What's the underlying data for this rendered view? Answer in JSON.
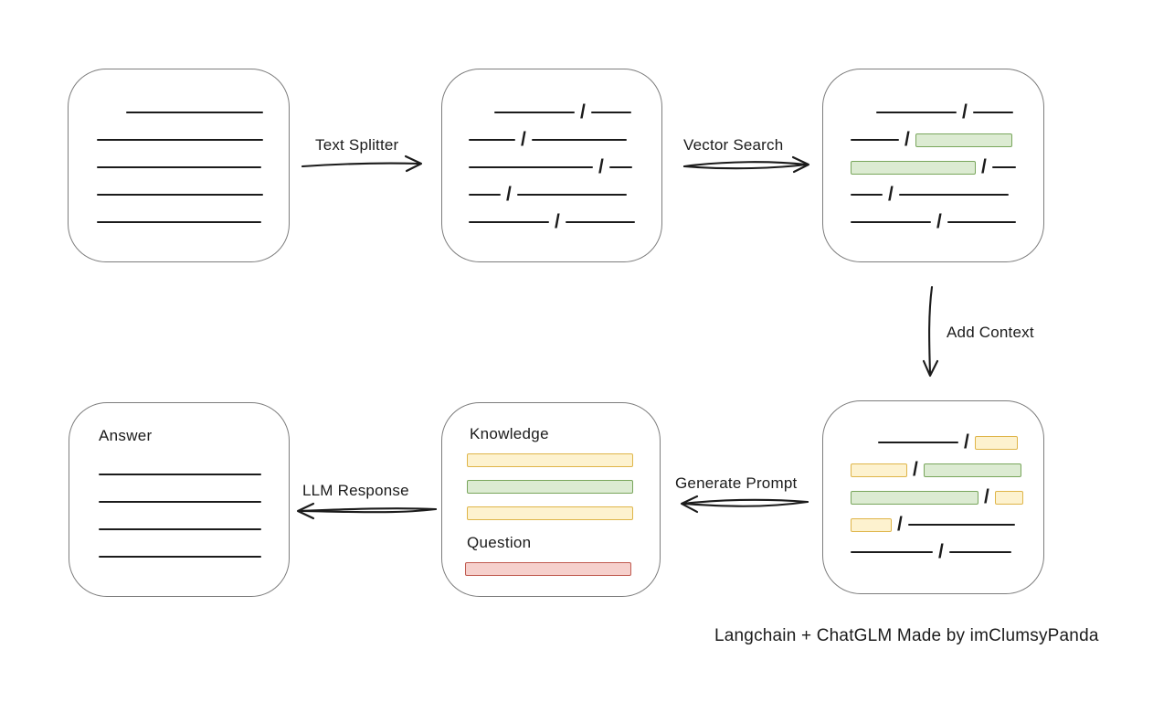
{
  "labels": {
    "text_splitter": "Text Splitter",
    "vector_search": "Vector Search",
    "add_context": "Add Context",
    "generate_prompt": "Generate Prompt",
    "llm_response": "LLM Response",
    "knowledge": "Knowledge",
    "question": "Question",
    "answer": "Answer",
    "slash": "/",
    "caption": "Langchain + ChatGLM Made by imClumsyPanda"
  },
  "colors": {
    "line": "#1b1b1b",
    "box_border": "#7d7d7d",
    "green_fill": "#dcebd2",
    "green_border": "#79a65c",
    "yellow_fill": "#fdf2cf",
    "yellow_border": "#dfb549",
    "red_fill": "#f6d0cc",
    "red_border": "#c05a50"
  },
  "boxes": {
    "document": {
      "rows": [
        [
          {
            "type": "indent",
            "w": 32
          },
          {
            "type": "line",
            "w": 150
          }
        ],
        [
          {
            "type": "line",
            "w": 182
          }
        ],
        [
          {
            "type": "line",
            "w": 180
          }
        ],
        [
          {
            "type": "line",
            "w": 182
          }
        ],
        [
          {
            "type": "line",
            "w": 180
          }
        ]
      ]
    },
    "chunks": {
      "rows": [
        [
          {
            "type": "indent",
            "w": 28
          },
          {
            "type": "line",
            "w": 88
          },
          {
            "type": "slash"
          },
          {
            "type": "line",
            "w": 44
          }
        ],
        [
          {
            "type": "line",
            "w": 51
          },
          {
            "type": "slash"
          },
          {
            "type": "line",
            "w": 104
          }
        ],
        [
          {
            "type": "line",
            "w": 136
          },
          {
            "type": "slash"
          },
          {
            "type": "line",
            "w": 25
          }
        ],
        [
          {
            "type": "line",
            "w": 35
          },
          {
            "type": "slash"
          },
          {
            "type": "line",
            "w": 120
          }
        ],
        [
          {
            "type": "line",
            "w": 88
          },
          {
            "type": "slash"
          },
          {
            "type": "line",
            "w": 76
          }
        ]
      ]
    },
    "matched": {
      "rows": [
        [
          {
            "type": "indent",
            "w": 28
          },
          {
            "type": "line",
            "w": 88
          },
          {
            "type": "slash"
          },
          {
            "type": "line",
            "w": 44
          }
        ],
        [
          {
            "type": "line",
            "w": 53
          },
          {
            "type": "slash"
          },
          {
            "type": "green",
            "w": 106
          }
        ],
        [
          {
            "type": "green",
            "w": 137
          },
          {
            "type": "slash"
          },
          {
            "type": "line",
            "w": 26
          }
        ],
        [
          {
            "type": "line",
            "w": 35
          },
          {
            "type": "slash"
          },
          {
            "type": "line",
            "w": 120
          }
        ],
        [
          {
            "type": "line",
            "w": 88
          },
          {
            "type": "slash"
          },
          {
            "type": "line",
            "w": 75
          }
        ]
      ]
    },
    "context": {
      "rows": [
        [
          {
            "type": "indent",
            "w": 30
          },
          {
            "type": "line",
            "w": 88
          },
          {
            "type": "slash"
          },
          {
            "type": "yellow",
            "w": 47
          }
        ],
        [
          {
            "type": "yellow",
            "w": 62
          },
          {
            "type": "slash"
          },
          {
            "type": "green",
            "w": 107
          }
        ],
        [
          {
            "type": "green",
            "w": 140
          },
          {
            "type": "slash"
          },
          {
            "type": "yellow",
            "w": 31
          }
        ],
        [
          {
            "type": "yellow",
            "w": 45
          },
          {
            "type": "slash"
          },
          {
            "type": "line",
            "w": 117
          }
        ],
        [
          {
            "type": "line",
            "w": 90
          },
          {
            "type": "slash"
          },
          {
            "type": "line",
            "w": 68
          }
        ]
      ]
    },
    "prompt": {
      "knowledge_bars": [
        "yellow",
        "green",
        "yellow"
      ],
      "question_bars": [
        "red"
      ]
    },
    "answer": {
      "rows": [
        [
          {
            "type": "line",
            "w": 178
          }
        ],
        [
          {
            "type": "line",
            "w": 178
          }
        ],
        [
          {
            "type": "line",
            "w": 178
          }
        ],
        [
          {
            "type": "line",
            "w": 178
          }
        ]
      ]
    }
  }
}
